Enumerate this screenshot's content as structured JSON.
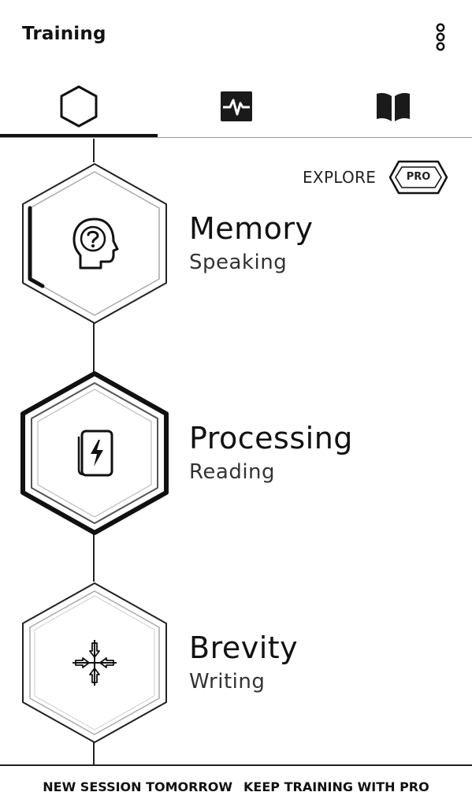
{
  "app_bar": {
    "title": "Training",
    "menu_icon": "more-vert-icon"
  },
  "tabs": [
    {
      "icon": "hexagon-icon",
      "selected": true
    },
    {
      "icon": "activity-pulse-icon",
      "selected": false
    },
    {
      "icon": "book-icon",
      "selected": false
    }
  ],
  "explore": {
    "label": "EXPLORE",
    "badge": "PRO"
  },
  "skills": [
    {
      "title": "Memory",
      "subtitle": "Speaking",
      "icon": "head-question-icon",
      "state": "locked"
    },
    {
      "title": "Processing",
      "subtitle": "Reading",
      "icon": "lightning-card-icon",
      "state": "active"
    },
    {
      "title": "Brevity",
      "subtitle": "Writing",
      "icon": "compress-arrows-icon",
      "state": "upcoming"
    }
  ],
  "footer": {
    "left": "NEW SESSION TOMORROW",
    "right": "KEEP TRAINING WITH PRO"
  },
  "colors": {
    "text": "#111111",
    "background": "#ffffff",
    "divider": "#999999"
  }
}
